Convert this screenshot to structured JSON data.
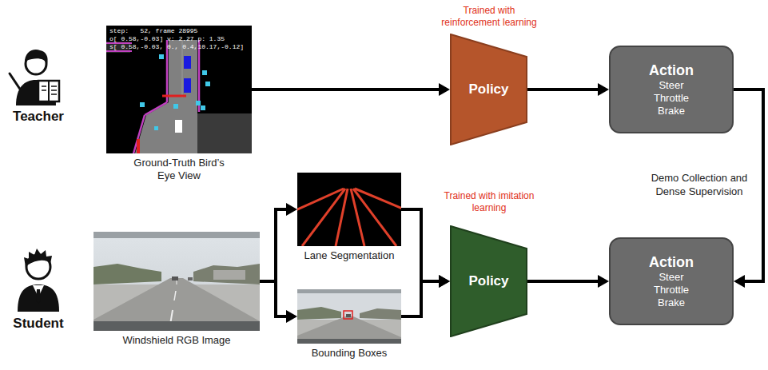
{
  "diagram": {
    "nodes": [
      {
        "text": [
          "Ground-Truth Bird’s Eye View"
        ]
      },
      {
        "text": [
          "Policy"
        ]
      },
      {
        "text": [
          "Action",
          "Steer Throttle Brake"
        ]
      },
      {
        "text": [
          "Windshield RGB Image"
        ]
      },
      {
        "text": [
          "Lane Segmentation"
        ]
      },
      {
        "text": [
          "Bounding Boxes"
        ]
      },
      {
        "text": [
          "Policy"
        ]
      },
      {
        "text": [
          "Action",
          "Steer Throttle Brake"
        ]
      }
    ],
    "edges": [
      {
        "from": 0,
        "to": 1,
        "arrow": "to"
      },
      {
        "from": 1,
        "to": 2,
        "arrow": "to"
      },
      {
        "from": 3,
        "to": 4,
        "arrow": "to"
      },
      {
        "from": 3,
        "to": 5,
        "arrow": "to"
      },
      {
        "from": 4,
        "to": 6,
        "arrow": "to"
      },
      {
        "from": 5,
        "to": 6,
        "arrow": "to"
      },
      {
        "from": 6,
        "to": 7,
        "arrow": "to"
      },
      {
        "from": 2,
        "to": 7,
        "label": "Demo Collection and Dense Supervision",
        "arrow": "to"
      }
    ],
    "labels": [
      "Teacher",
      "Student",
      "Trained with reinforcement learning",
      "Trained with imitation learning",
      "step:   52, frame 28995",
      "o[ 0.58,-0.03] v: 2.27 p: 1.35",
      "s[ 0.58,-0.03, 0., 0.4,10.17,-0.12]"
    ]
  }
}
